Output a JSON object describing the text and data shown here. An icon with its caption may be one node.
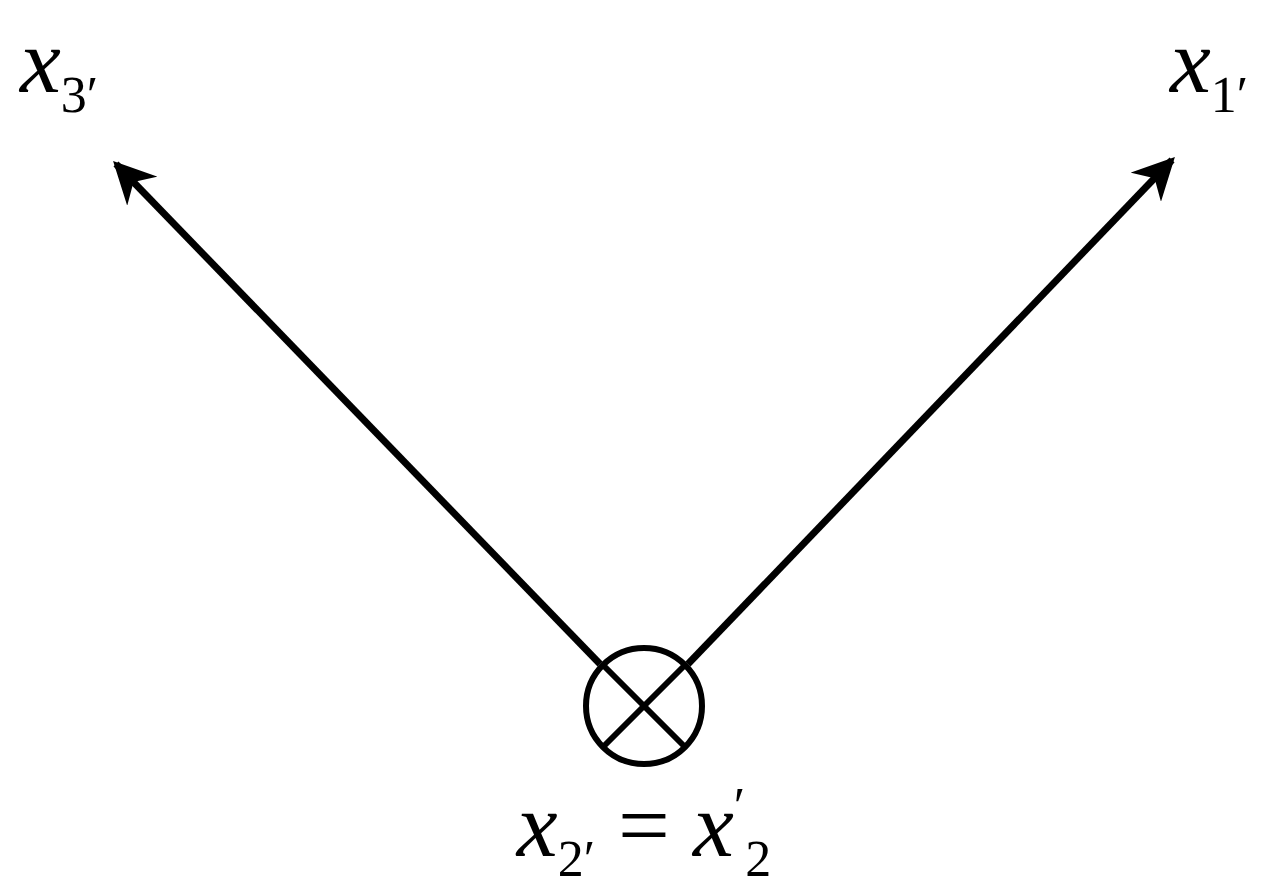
{
  "diagram": {
    "nodes": [
      {
        "text": [],
        "shape": "circle",
        "beside": [
          "*x*$_{2′}$ = *x*$^{′}$$_{2}$"
        ]
      }
    ],
    "labels": [
      "*x*$_{3′}$",
      "*x*$_{1′}$"
    ]
  }
}
